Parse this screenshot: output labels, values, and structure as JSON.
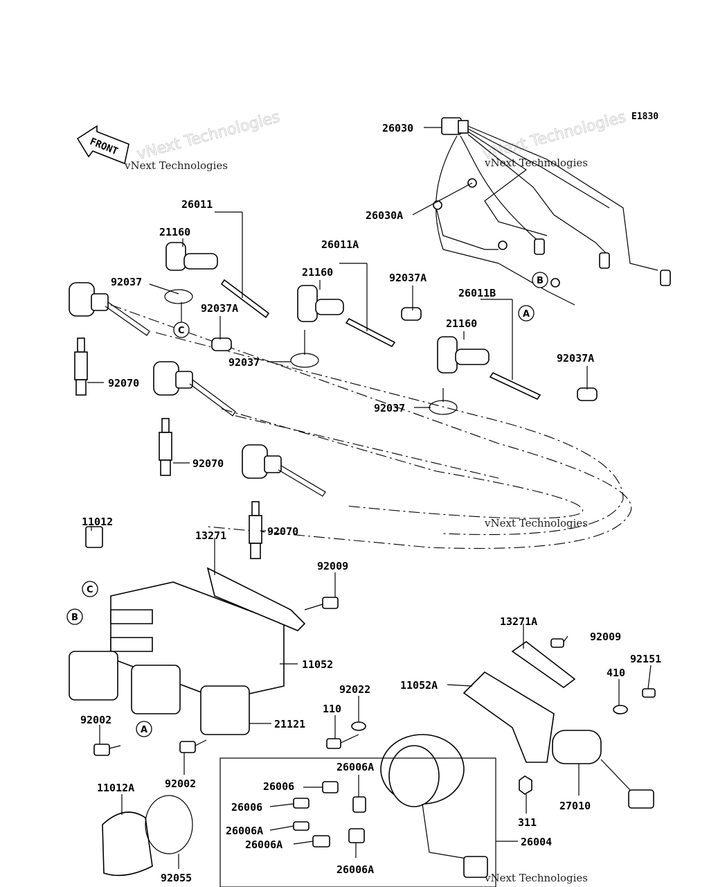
{
  "diagram_code": "E1830",
  "front_label": "FRONT",
  "watermarks": [
    "vNext Technologies",
    "vNext Technologies",
    "vNext Technologies",
    "vNext Technologies",
    "vNext Technologies",
    "vNext Technologies"
  ],
  "parts": {
    "p26030": "26030",
    "p26030A": "26030A",
    "p26011": "26011",
    "p21160a": "21160",
    "p92037a": "92037",
    "p26011A": "26011A",
    "p21160b": "21160",
    "p92037A_a": "92037A",
    "p92037A_b": "92037A",
    "p26011B": "26011B",
    "p21160c": "21160",
    "p92037b": "92037",
    "p92037A_c": "92037A",
    "p92037c": "92037",
    "p92070a": "92070",
    "p92070b": "92070",
    "p92070c": "92070",
    "p11012": "11012",
    "p13271": "13271",
    "p92009a": "92009",
    "p11052": "11052",
    "p13271A": "13271A",
    "p92009b": "92009",
    "p92151": "92151",
    "p410": "410",
    "p11052A": "11052A",
    "p92022": "92022",
    "p110": "110",
    "p92002a": "92002",
    "p21121": "21121",
    "p92002b": "92002",
    "p26006a": "26006",
    "p26006A_a": "26006A",
    "p26006b": "26006",
    "p26006A_b": "26006A",
    "p26006A_c": "26006A",
    "p26006A_d": "26006A",
    "p11012A": "11012A",
    "p92055": "92055",
    "p26004": "26004",
    "p311": "311",
    "p27010": "27010"
  },
  "callouts": {
    "a1": "A",
    "a2": "A",
    "b1": "B",
    "b2": "B",
    "c1": "C",
    "c2": "C"
  }
}
